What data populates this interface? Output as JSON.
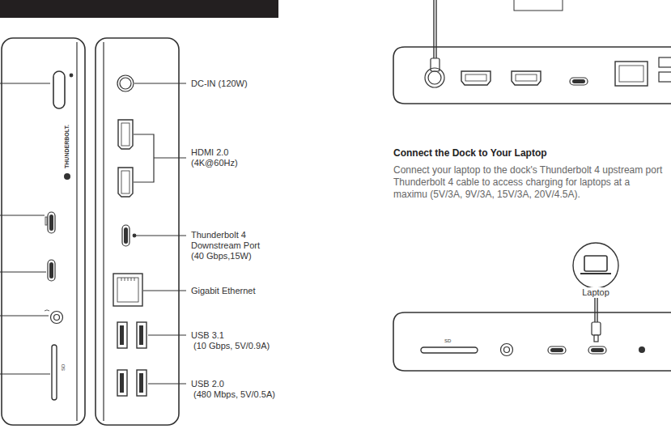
{
  "diagram": {
    "nodes": [
      {
        "text": [
          "Laptop"
        ]
      }
    ],
    "labels": [
      "DC-IN (120W)",
      "HDMI 2.0 (4K@60Hz)",
      "Thunderbolt 4 Downstream Port (40 Gbps,15W)",
      "Gigabit Ethernet",
      "USB 3.1",
      "(10 Gbps, 5V/0.9A)",
      "USB 2.0",
      "(480 Mbps, 5V/0.5A)",
      "Connect the Dock to Your Laptop",
      "Connect your laptop to the dock's Thunderbolt 4 upstream port Thunderbolt 4 cable to access charging for laptops at a maximu (5V/3A, 9V/3A, 15V/3A, 20V/4.5A).",
      "THUNDERBOLT.",
      "SD",
      "SD"
    ]
  }
}
